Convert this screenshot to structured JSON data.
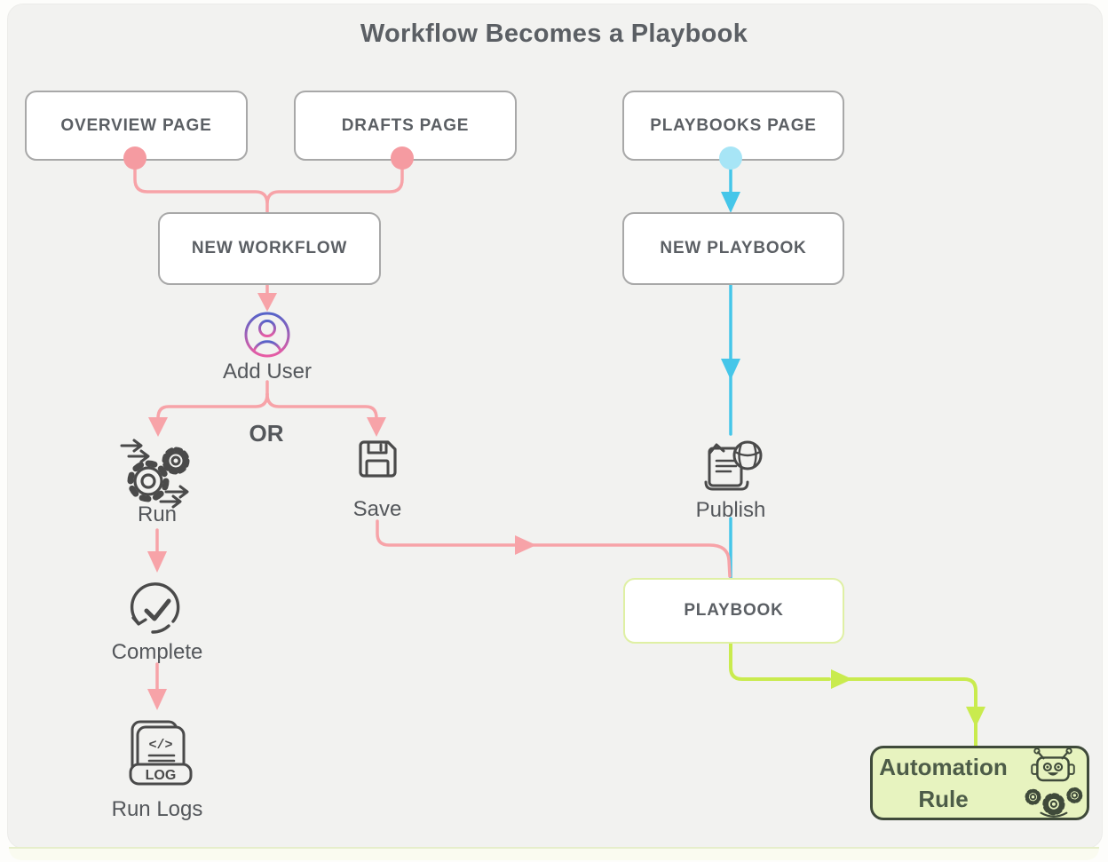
{
  "title": "Workflow Becomes a Playbook",
  "nodes": {
    "overview_page": "OVERVIEW PAGE",
    "drafts_page": "DRAFTS PAGE",
    "playbooks_page": "PLAYBOOKS PAGE",
    "new_workflow": "NEW WORKFLOW",
    "new_playbook": "NEW PLAYBOOK",
    "playbook": "PLAYBOOK",
    "automation_rule": {
      "line1": "Automation",
      "line2": "Rule"
    }
  },
  "steps": {
    "add_user": "Add User",
    "or": "OR",
    "run": "Run",
    "save": "Save",
    "publish": "Publish",
    "complete": "Complete",
    "run_logs": "Run Logs"
  },
  "icon_text": {
    "code": "</>",
    "log": "LOG"
  },
  "icons": [
    "add-user-icon",
    "run-gears-icon",
    "save-floppy-icon",
    "publish-icon",
    "complete-check-icon",
    "run-logs-icon",
    "robot-icon",
    "gears-icon"
  ],
  "edges": [
    {
      "from": "OVERVIEW PAGE",
      "to": "NEW WORKFLOW",
      "color": "pink"
    },
    {
      "from": "DRAFTS PAGE",
      "to": "NEW WORKFLOW",
      "color": "pink"
    },
    {
      "from": "NEW WORKFLOW",
      "to": "Add User",
      "color": "pink"
    },
    {
      "from": "Add User",
      "to": "Run",
      "color": "pink",
      "note": "OR"
    },
    {
      "from": "Add User",
      "to": "Save",
      "color": "pink",
      "note": "OR"
    },
    {
      "from": "Run",
      "to": "Complete",
      "color": "pink"
    },
    {
      "from": "Complete",
      "to": "Run Logs",
      "color": "pink"
    },
    {
      "from": "Save",
      "to": "PLAYBOOK",
      "color": "pink"
    },
    {
      "from": "PLAYBOOKS PAGE",
      "to": "NEW PLAYBOOK",
      "color": "cyan"
    },
    {
      "from": "NEW PLAYBOOK",
      "to": "Publish",
      "color": "cyan"
    },
    {
      "from": "Publish",
      "to": "PLAYBOOK",
      "color": "cyan"
    },
    {
      "from": "PLAYBOOK",
      "to": "Automation Rule",
      "color": "lime"
    }
  ],
  "colors": {
    "canvas_bg": "#F2F2F0",
    "pink": "#F7A3A8",
    "pink_dot": "#F59BA1",
    "cyan": "#45C6E9",
    "cyan_dot": "#A7E5F6",
    "lime": "#C9EB4E",
    "playbook_border": "#DFF0A4",
    "node_border": "#A8A8A8",
    "node_text": "#5B5F64",
    "label_text": "#54575B",
    "icon_stroke": "#4A4A4A",
    "automation_bg": "#E7F3BF",
    "automation_border": "#3F4A3A",
    "automation_text": "#4D5C48",
    "user_gradient_top": "#5563C9",
    "user_gradient_bottom": "#E85CA4"
  }
}
